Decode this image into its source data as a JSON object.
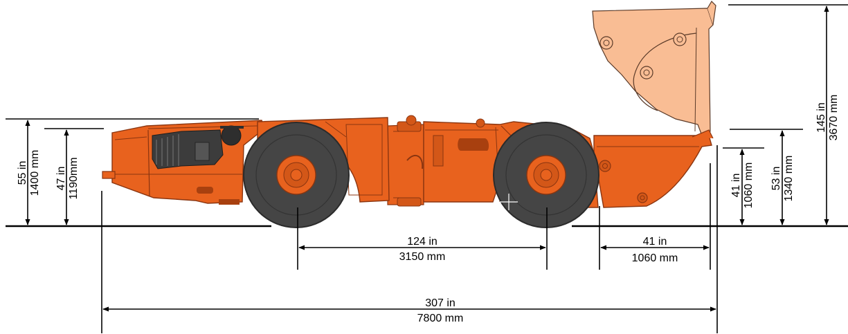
{
  "diagram": {
    "colors": {
      "body": "#E8621E",
      "body_dark": "#A8400F",
      "bucket_raised": "#F9BD94",
      "tire": "#454545",
      "tire_dark": "#2B2B2B",
      "line": "#000000"
    },
    "dimensions": {
      "overall_height": {
        "imperial": "55 in",
        "metric": "1400 mm"
      },
      "rear_height": {
        "imperial": "47 in",
        "metric": "1190mm"
      },
      "wheelbase": {
        "imperial": "124 in",
        "metric": "3150 mm"
      },
      "front_overhang": {
        "imperial": "41 in",
        "metric": "1060 mm"
      },
      "overall_length": {
        "imperial": "307 in",
        "metric": "7800 mm"
      },
      "bucket_lip_height": {
        "imperial": "41 in",
        "metric": "1060 mm"
      },
      "bucket_top_height": {
        "imperial": "53 in",
        "metric": "1340 mm"
      },
      "raised_height": {
        "imperial": "145 in",
        "metric": "3670 mm"
      }
    }
  }
}
